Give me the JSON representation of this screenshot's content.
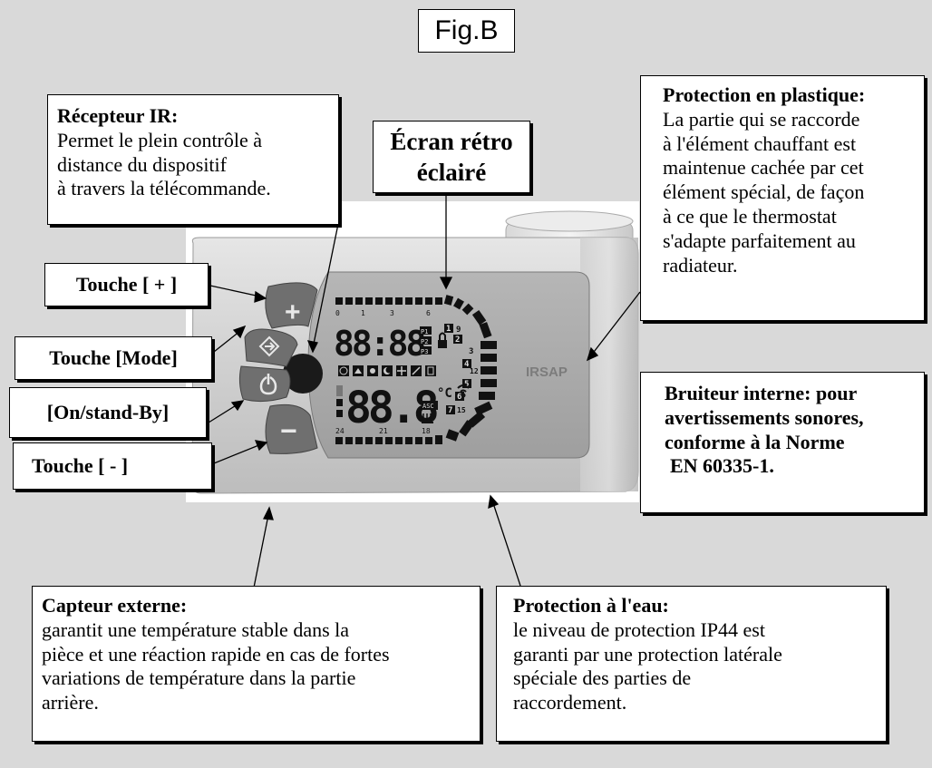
{
  "figure": {
    "title": "Fig.B"
  },
  "device": {
    "brand": "IRSAP",
    "lcd": {
      "time_digits": "88:88",
      "temp_digits": "88.8",
      "unit": "°C",
      "asc": "ASC",
      "program_labels": [
        "P1",
        "P2",
        "P3"
      ],
      "top_scale": [
        "0",
        "1",
        "3",
        "6"
      ],
      "bottom_scale": [
        "24",
        "21",
        "18"
      ],
      "day_numbers": [
        "1",
        "9",
        "2",
        "3",
        "4",
        "12",
        "5",
        "6",
        "7",
        "15"
      ]
    },
    "buttons": {
      "plus_symbol": "+",
      "minus_symbol": "−"
    }
  },
  "annotations": {
    "ir_receiver": {
      "title": "Récepteur IR:",
      "lines": [
        "Permet le plein contrôle à",
        "distance du dispositif",
        "à travers la télécommande."
      ]
    },
    "screen": {
      "title_line1": "Écran rétro",
      "title_line2": "éclairé"
    },
    "plastic_protection": {
      "title": "Protection en plastique:",
      "lines": [
        "La partie qui se raccorde",
        "à l'élément chauffant est",
        "maintenue cachée par cet",
        "élément spécial, de façon",
        "à ce que le thermostat",
        "s'adapte parfaitement au",
        "radiateur."
      ]
    },
    "key_plus": "Touche [ + ]",
    "key_mode": "Touche [Mode]",
    "key_onoff": "[On/stand-By]",
    "key_minus": "Touche [ - ]",
    "buzzer": {
      "lines": [
        "Bruiteur interne: pour",
        "avertissements sonores,",
        "conforme à la Norme",
        "EN 60335-1."
      ]
    },
    "external_sensor": {
      "title": "Capteur externe:",
      "lines": [
        "garantit une température stable dans la",
        "pièce et une réaction rapide en cas de fortes",
        "variations de température dans la partie",
        "arrière."
      ]
    },
    "water_protection": {
      "title": "Protection à l'eau:",
      "lines": [
        "le niveau de protection IP44 est",
        "garanti par une protection latérale",
        "spéciale des parties de",
        "raccordement."
      ]
    }
  }
}
